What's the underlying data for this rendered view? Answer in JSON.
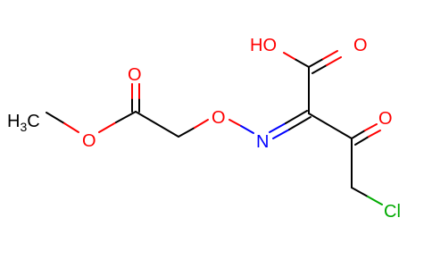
{
  "molecule": {
    "atoms": {
      "ch3": {
        "main": "H",
        "sub": "3",
        "tail": "C"
      },
      "ester_o": "O",
      "ester_carbonyl_o": "O",
      "oxime_o": "O",
      "oxime_n": "N",
      "acid_oh": "HO",
      "acid_carbonyl_o": "O",
      "ketone_o": "O",
      "chlorine": "Cl"
    }
  },
  "colors": {
    "carbon": "#000000",
    "oxygen": "#ff0000",
    "nitrogen": "#0000ff",
    "chlorine": "#00aa00",
    "background": "#ffffff"
  }
}
